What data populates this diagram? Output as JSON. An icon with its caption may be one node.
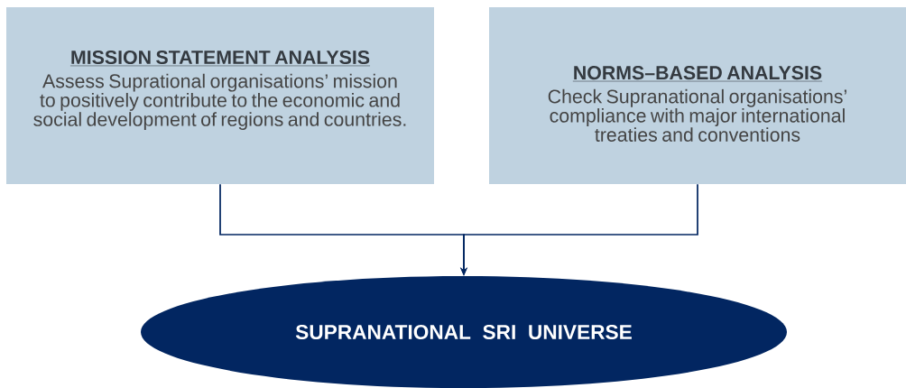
{
  "diagram": {
    "nodes": [
      {
        "text": [
          "MISSION STATEMENT ANALYSIS",
          "Assess Suprational organisations’ mission to positively contribute to the economic and social development of regions and countries."
        ]
      },
      {
        "text": [
          "NORMS–BASED ANALYSIS",
          "Check Supranational organisations’ compliance with major international treaties and conventions"
        ]
      },
      {
        "text": [
          "SUPRANATIONAL SRI UNIVERSE"
        ]
      }
    ],
    "edges": [
      {
        "from": 0,
        "to": 2,
        "arrow": "to"
      },
      {
        "from": 1,
        "to": 2,
        "arrow": "to"
      }
    ]
  }
}
